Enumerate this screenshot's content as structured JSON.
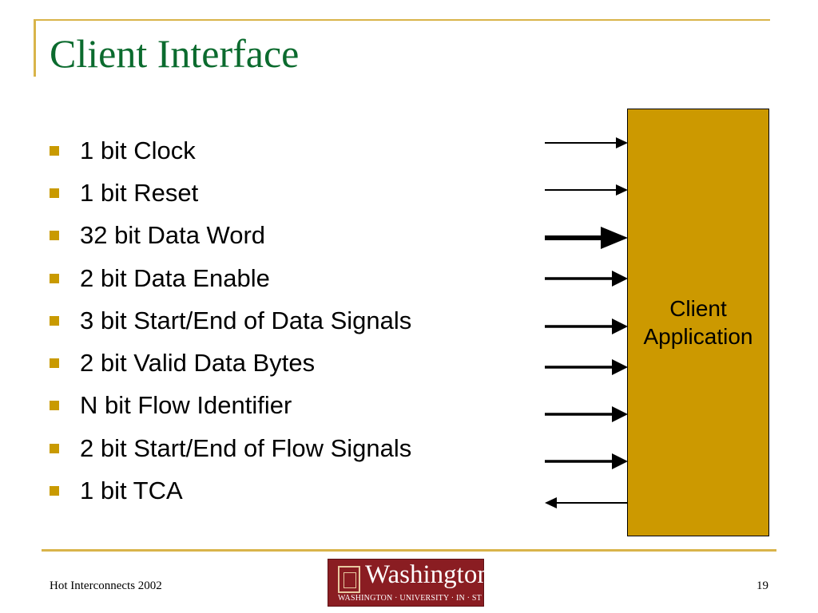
{
  "slide": {
    "title": "Client Interface",
    "bullets": [
      "1 bit Clock",
      "1 bit Reset",
      "32 bit Data Word",
      "2 bit Data Enable",
      "3 bit Start/End of Data Signals",
      "2 bit Valid Data Bytes",
      "N bit Flow Identifier",
      "2 bit Start/End of Flow Signals",
      "1 bit TCA"
    ],
    "diagram": {
      "box_label_line1": "Client",
      "box_label_line2": "Application",
      "box_color": "#cc9900",
      "signals": [
        {
          "name": "clock",
          "direction": "in",
          "weight": "thin"
        },
        {
          "name": "reset",
          "direction": "in",
          "weight": "thin"
        },
        {
          "name": "data-word",
          "direction": "in",
          "weight": "thick"
        },
        {
          "name": "data-enable",
          "direction": "in",
          "weight": "medium"
        },
        {
          "name": "start-end-data",
          "direction": "in",
          "weight": "medium"
        },
        {
          "name": "valid-data-bytes",
          "direction": "in",
          "weight": "medium"
        },
        {
          "name": "flow-identifier",
          "direction": "in",
          "weight": "medium"
        },
        {
          "name": "start-end-flow",
          "direction": "in",
          "weight": "medium"
        },
        {
          "name": "tca",
          "direction": "out",
          "weight": "thin"
        }
      ]
    }
  },
  "footer": {
    "left": "Hot Interconnects 2002",
    "page_number": "19",
    "logo_word": "Washington",
    "logo_sub": "WASHINGTON · UNIVERSITY · IN · ST · LOUIS"
  },
  "theme": {
    "title_color": "#0b6b2e",
    "accent_color": "#d9b44a",
    "bullet_color": "#c99a00",
    "logo_color": "#8a1d22"
  }
}
